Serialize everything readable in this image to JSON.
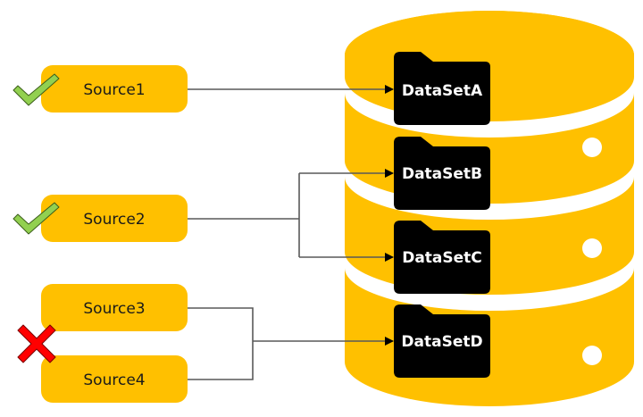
{
  "colors": {
    "source_fill": "#FFC000",
    "database_fill": "#FFC000",
    "folder_fill": "#000000",
    "connector": "#595959",
    "check_fill": "#92D050",
    "cross_fill": "#FF0000"
  },
  "sources": [
    {
      "id": "source1",
      "label": "Source1",
      "status": "ok",
      "status_icon": "check-icon"
    },
    {
      "id": "source2",
      "label": "Source2",
      "status": "ok",
      "status_icon": "check-icon"
    },
    {
      "id": "source3",
      "label": "Source3",
      "status": "failed",
      "status_icon": "cross-icon"
    },
    {
      "id": "source4",
      "label": "Source4",
      "status": "failed",
      "status_icon": "cross-icon"
    }
  ],
  "database": {
    "icon": "database-cylinder-icon",
    "datasets": [
      {
        "id": "datasetA",
        "label": "DataSetA",
        "icon": "folder-icon"
      },
      {
        "id": "datasetB",
        "label": "DataSetB",
        "icon": "folder-icon"
      },
      {
        "id": "datasetC",
        "label": "DataSetC",
        "icon": "folder-icon"
      },
      {
        "id": "datasetD",
        "label": "DataSetD",
        "icon": "folder-icon"
      }
    ]
  },
  "connections": [
    {
      "from": [
        "source1"
      ],
      "to": [
        "datasetA"
      ]
    },
    {
      "from": [
        "source2"
      ],
      "to": [
        "datasetB",
        "datasetC"
      ]
    },
    {
      "from": [
        "source3",
        "source4"
      ],
      "to": [
        "datasetD"
      ]
    }
  ]
}
